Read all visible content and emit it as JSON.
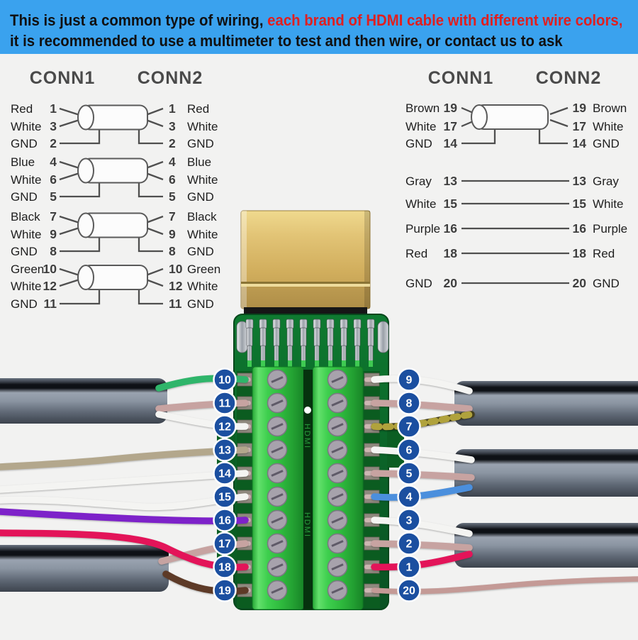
{
  "banner": {
    "bg": "#3aa2ee",
    "line1_black": "This is just a common type of wiring,",
    "line1_red": " each brand of HDMI cable with different wire colors,",
    "line2": "it is recommended to use a multimeter to test and then wire, or contact us to ask"
  },
  "diagram_left": {
    "conn1": "CONN1",
    "conn2": "CONN2",
    "rows": [
      {
        "label": "Red",
        "pin": "1",
        "color": "#e3242b"
      },
      {
        "label": "White",
        "pin": "3",
        "color": "#1f1f1f"
      },
      {
        "label": "GND",
        "pin": "2",
        "color": "#1f1f1f"
      },
      {
        "label": "Blue",
        "pin": "4",
        "color": "#2b7cd3"
      },
      {
        "label": "White",
        "pin": "6",
        "color": "#1f1f1f"
      },
      {
        "label": "GND",
        "pin": "5",
        "color": "#1f1f1f"
      },
      {
        "label": "Black",
        "pin": "7",
        "color": "#1f1f1f"
      },
      {
        "label": "White",
        "pin": "9",
        "color": "#1f1f1f"
      },
      {
        "label": "GND",
        "pin": "8",
        "color": "#1f1f1f"
      },
      {
        "label": "Green",
        "pin": "10",
        "color": "#44c17c"
      },
      {
        "label": "White",
        "pin": "12",
        "color": "#1f1f1f"
      },
      {
        "label": "GND",
        "pin": "11",
        "color": "#1f1f1f"
      }
    ]
  },
  "diagram_right": {
    "conn1": "CONN1",
    "conn2": "CONN2",
    "rows": [
      {
        "label": "Brown",
        "pin": "19",
        "color": "#8a5a2b"
      },
      {
        "label": "White",
        "pin": "17",
        "color": "#1f1f1f"
      },
      {
        "label": "GND",
        "pin": "14",
        "color": "#1f1f1f"
      }
    ],
    "singles": [
      {
        "label": "Gray",
        "pin": "13",
        "color": "#9c9ca0"
      },
      {
        "label": "White",
        "pin": "15",
        "color": "#1f1f1f"
      },
      {
        "label": "Purple",
        "pin": "16",
        "color": "#8b2fc9"
      },
      {
        "label": "Red",
        "pin": "18",
        "color": "#e3242b"
      },
      {
        "label": "GND",
        "pin": "20",
        "color": "#1f1f1f"
      }
    ]
  },
  "photo": {
    "board_label": "HDMI",
    "badge_color": "#1b4fa0",
    "left_wires": [
      {
        "n": "10",
        "color": "#2fb56a"
      },
      {
        "n": "11",
        "color": "#c7a3a1"
      },
      {
        "n": "12",
        "color": "#f4f4f2"
      },
      {
        "n": "13",
        "color": "#b3a78c"
      },
      {
        "n": "14",
        "color": "#f4f4f2"
      },
      {
        "n": "15",
        "color": "#f4f4f2"
      },
      {
        "n": "16",
        "color": "#7d22c9"
      },
      {
        "n": "17",
        "color": "#c7a3a1"
      },
      {
        "n": "18",
        "color": "#e31459"
      },
      {
        "n": "19",
        "color": "#5d3a27"
      }
    ],
    "right_wires": [
      {
        "n": "9",
        "color": "#f4f4f2"
      },
      {
        "n": "8",
        "color": "#c7a3a1"
      },
      {
        "n": "7",
        "color": "#46401c"
      },
      {
        "n": "6",
        "color": "#f4f4f2"
      },
      {
        "n": "5",
        "color": "#c7a3a1"
      },
      {
        "n": "4",
        "color": "#4b8fdd"
      },
      {
        "n": "3",
        "color": "#f4f4f2"
      },
      {
        "n": "2",
        "color": "#c7a3a1"
      },
      {
        "n": "1",
        "color": "#e31459"
      },
      {
        "n": "20",
        "color": "#c49a96"
      }
    ]
  }
}
